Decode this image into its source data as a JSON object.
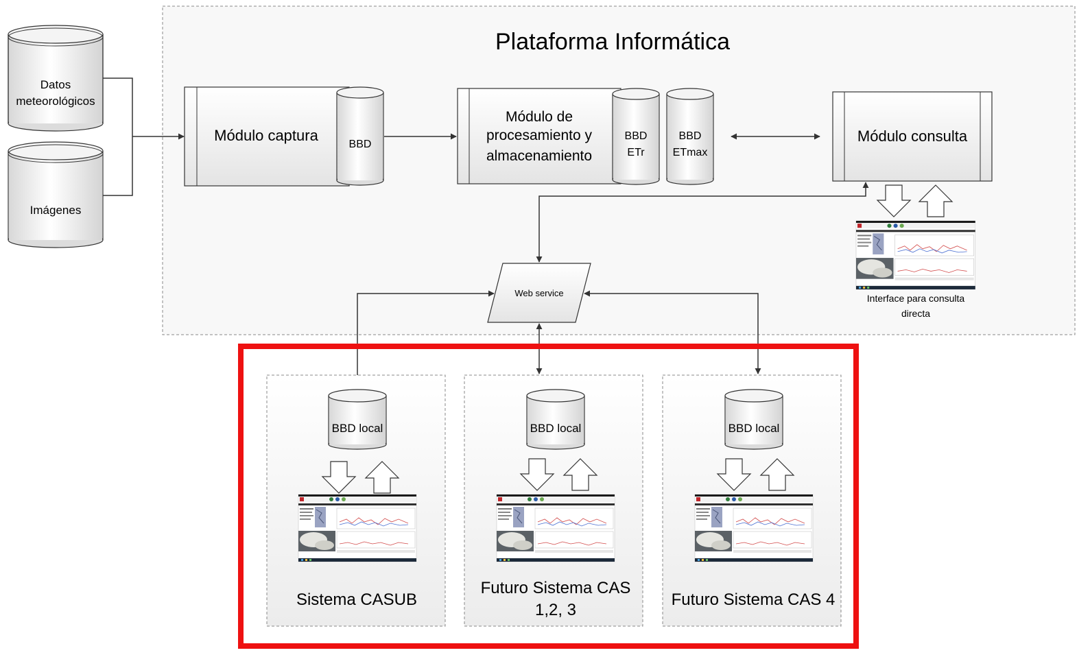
{
  "platform": {
    "title": "Plataforma Informática"
  },
  "sources": {
    "weather_label_lines": [
      "Datos",
      "meteorológicos"
    ],
    "images_label": "Imágenes"
  },
  "capture": {
    "module_label": "Módulo captura",
    "db_label": "BBD"
  },
  "processing": {
    "module_label_lines": [
      "Módulo de",
      "procesamiento y",
      "almacenamiento"
    ],
    "db_etr_lines": [
      "BBD",
      "ETr"
    ],
    "db_etmax_lines": [
      "BBD",
      "ETmax"
    ]
  },
  "query": {
    "module_label": "Módulo consulta",
    "interface_caption_lines": [
      "Interface para consulta",
      "directa"
    ]
  },
  "web_service": {
    "label": "Web service"
  },
  "systems": [
    {
      "db_label": "BBD local",
      "name_lines": [
        "Sistema CASUB"
      ]
    },
    {
      "db_label": "BBD local",
      "name_lines": [
        "Futuro Sistema CAS",
        "1,2, 3"
      ]
    },
    {
      "db_label": "BBD local",
      "name_lines": [
        "Futuro Sistema CAS 4"
      ]
    }
  ],
  "colors": {
    "highlight_border": "#ee1111",
    "dashed_border": "#888888",
    "line": "#333333",
    "box_fill_top": "#ffffff",
    "box_fill_bottom": "#e6e6e6"
  }
}
